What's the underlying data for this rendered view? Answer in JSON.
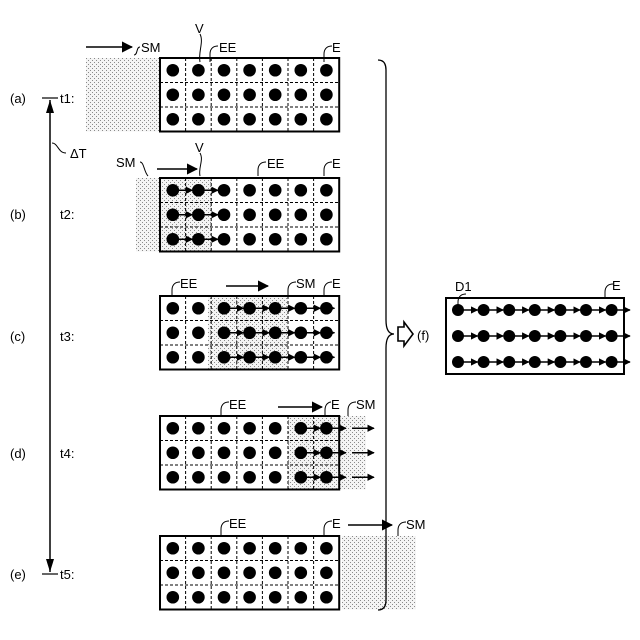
{
  "diagram": {
    "grid_rows": 3,
    "grid_cols": 7,
    "rows": [
      {
        "label": "(a)",
        "time": "t1:",
        "sm_position": "left-outside",
        "tracked_columns": 0
      },
      {
        "label": "(b)",
        "time": "t2:",
        "sm_position": "left-edge",
        "tracked_columns": 2
      },
      {
        "label": "(c)",
        "time": "t3:",
        "sm_position": "middle",
        "tracked_columns": 4
      },
      {
        "label": "(d)",
        "time": "t4:",
        "sm_position": "right-edge",
        "tracked_columns": 6
      },
      {
        "label": "(e)",
        "time": "t5:",
        "sm_position": "right-outside",
        "tracked_columns": 0
      }
    ],
    "labels": {
      "sm": "SM",
      "v": "V",
      "ee": "EE",
      "e": "E",
      "delta_t": "ΔT",
      "f": "(f)",
      "d1": "D1"
    }
  }
}
